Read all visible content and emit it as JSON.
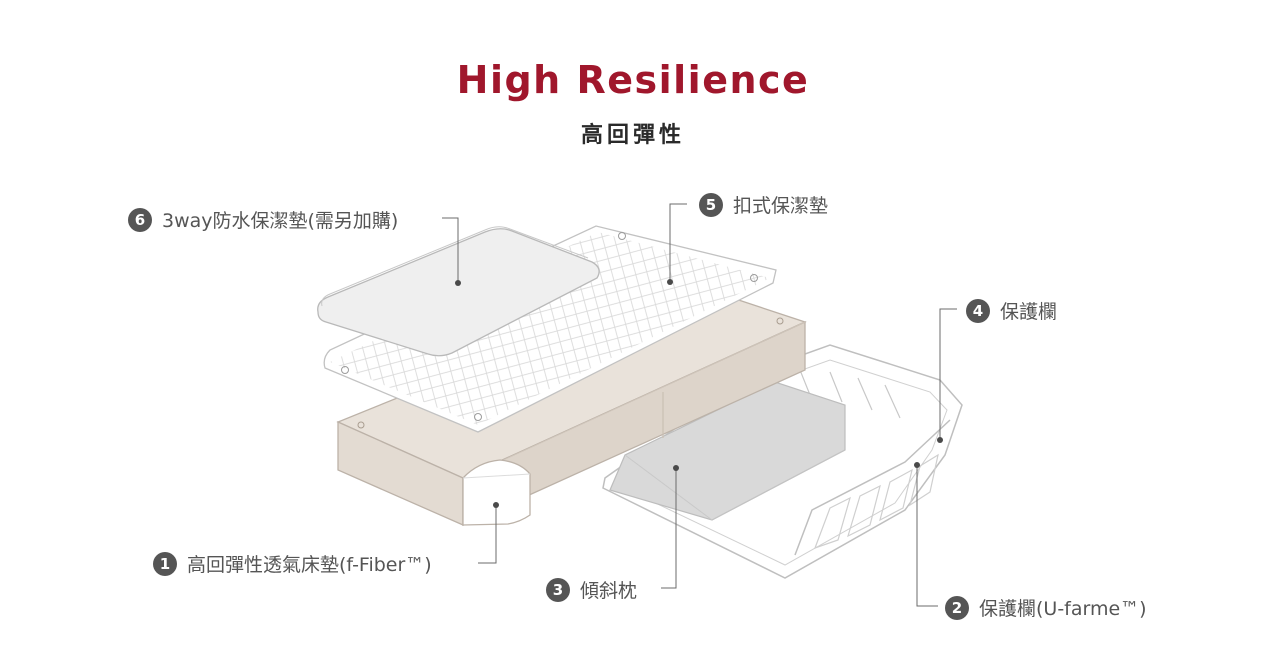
{
  "header": {
    "title": "High Resilience",
    "subtitle": "高回彈性"
  },
  "callouts": [
    {
      "num": "1",
      "text": "高回彈性透氣床墊(f-Fiber™)"
    },
    {
      "num": "2",
      "text": "保護欄(U-farme™)"
    },
    {
      "num": "3",
      "text": "傾斜枕"
    },
    {
      "num": "4",
      "text": "保護欄"
    },
    {
      "num": "5",
      "text": "扣式保潔墊"
    },
    {
      "num": "6",
      "text": "3way防水保潔墊(需另加購)"
    }
  ],
  "colors": {
    "title": "#a0172c",
    "mattress": "#e9e2da",
    "wedge": "#d9d9d9",
    "badge": "#555555"
  }
}
